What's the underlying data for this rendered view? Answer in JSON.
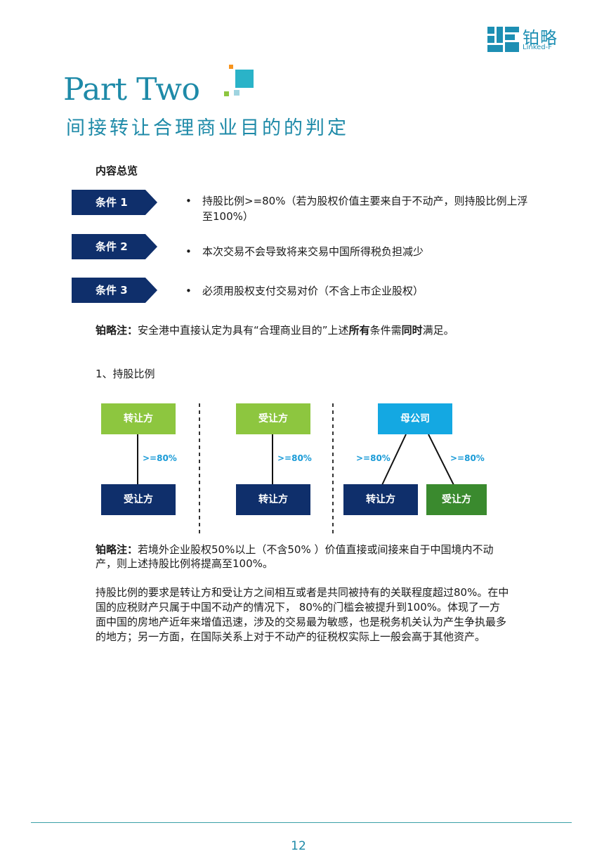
{
  "logo": {
    "cn": "铂略",
    "en": "Linked-F"
  },
  "header": {
    "part_title": "Part Two",
    "sub_title": "间接转让合理商业目的的判定"
  },
  "overview_heading": "内容总览",
  "conditions": [
    {
      "tag": "条件 1",
      "text": "持股比例>=80%（若为股权价值主要来自于不动产，则持股比例上浮至100%）"
    },
    {
      "tag": "条件 2",
      "text": "本次交易不会导致将来交易中国所得税负担减少"
    },
    {
      "tag": "条件 3",
      "text": "必须用股权支付交易对价（不含上市企业股权）"
    }
  ],
  "note1": {
    "label": "铂略注：",
    "t1": "安全港中直接认定为具有“合理商业目的”上述",
    "b1": "所有",
    "t2": "条件需",
    "b2": "同时",
    "t3": "满足。"
  },
  "section_heading": "1、持股比例",
  "diagram": {
    "panel1": {
      "top": "转让方",
      "bottom": "受让方",
      "pct": ">=80%"
    },
    "panel2": {
      "top": "受让方",
      "bottom": "转让方",
      "pct": ">=80%"
    },
    "panel3": {
      "top": "母公司",
      "left": "转让方",
      "right": "受让方",
      "pct_left": ">=80%",
      "pct_right": ">=80%"
    },
    "colors": {
      "light_green": "#8dc63f",
      "navy": "#0f2f6b",
      "sky_blue": "#14a8e2",
      "dark_green": "#3a8a2e"
    }
  },
  "note2": {
    "label": "铂略注：",
    "text": "若境外企业股权50%以上（不含50% ）价值直接或间接来自于中国境内不动产，则上述持股比例将提高至100%。"
  },
  "body_paragraph": "持股比例的要求是转让方和受让方之间相互或者是共同被持有的关联程度超过80%。在中国的应税财产只属于中国不动产的情况下， 80%的门槛会被提升到100%。体现了一方面中国的房地产近年来增值迅速，涉及的交易最为敏感，也是税务机关认为产生争执最多的地方；另一方面，在国际关系上对于不动产的征税权实际上一般会高于其他资产。",
  "page_number": "12"
}
